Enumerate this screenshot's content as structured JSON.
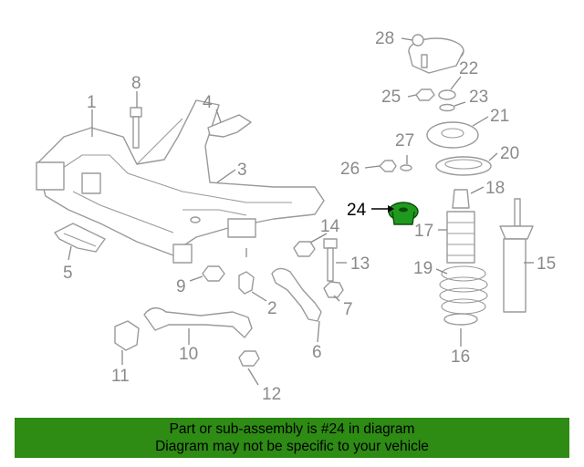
{
  "diagram": {
    "highlight_color": "#1f9a1f",
    "callouts": [
      {
        "id": "1",
        "text": "1"
      },
      {
        "id": "2",
        "text": "2"
      },
      {
        "id": "3",
        "text": "3"
      },
      {
        "id": "4",
        "text": "4"
      },
      {
        "id": "5",
        "text": "5"
      },
      {
        "id": "6",
        "text": "6"
      },
      {
        "id": "7",
        "text": "7"
      },
      {
        "id": "8",
        "text": "8"
      },
      {
        "id": "9",
        "text": "9"
      },
      {
        "id": "10",
        "text": "10"
      },
      {
        "id": "11",
        "text": "11"
      },
      {
        "id": "12",
        "text": "12"
      },
      {
        "id": "13",
        "text": "13"
      },
      {
        "id": "14",
        "text": "14"
      },
      {
        "id": "15",
        "text": "15"
      },
      {
        "id": "16",
        "text": "16"
      },
      {
        "id": "17",
        "text": "17"
      },
      {
        "id": "18",
        "text": "18"
      },
      {
        "id": "19",
        "text": "19"
      },
      {
        "id": "20",
        "text": "20"
      },
      {
        "id": "21",
        "text": "21"
      },
      {
        "id": "22",
        "text": "22"
      },
      {
        "id": "23",
        "text": "23"
      },
      {
        "id": "24",
        "text": "24"
      },
      {
        "id": "25",
        "text": "25"
      },
      {
        "id": "26",
        "text": "26"
      },
      {
        "id": "27",
        "text": "27"
      },
      {
        "id": "28",
        "text": "28"
      }
    ],
    "highlighted_part": "24"
  },
  "banner": {
    "line1": "Part or sub-assembly is #24 in diagram",
    "line2": "Diagram may not be specific to your vehicle",
    "background": "#2e8b14"
  }
}
